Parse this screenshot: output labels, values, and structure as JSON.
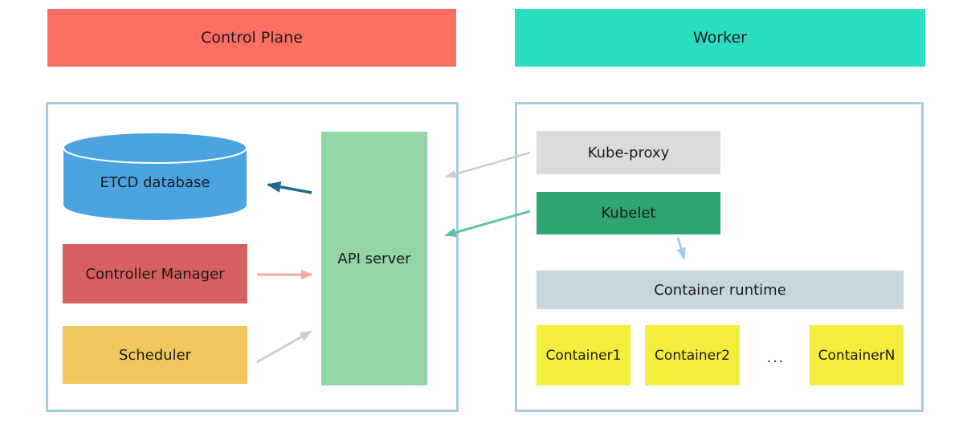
{
  "banners": {
    "control_plane": {
      "label": "Control Plane",
      "color": "#FC6F62"
    },
    "worker": {
      "label": "Worker",
      "color": "#2BDDC1"
    }
  },
  "control_plane_box": {
    "border_color": "#AACCDD",
    "etcd": {
      "label": "ETCD database",
      "color": "#4BA4E0"
    },
    "controller_manager": {
      "label": "Controller Manager",
      "color": "#D65F5F"
    },
    "scheduler": {
      "label": "Scheduler",
      "color": "#F0C75C"
    },
    "api_server": {
      "label": "API server",
      "color": "#93D5A4"
    }
  },
  "worker_box": {
    "border_color": "#AACCDD",
    "kube_proxy": {
      "label": "Kube-proxy",
      "color": "#DBDBDB"
    },
    "kubelet": {
      "label": "Kubelet",
      "color": "#31A571"
    },
    "container_runtime": {
      "label": "Container runtime",
      "color": "#C6D6E1"
    },
    "containers": [
      {
        "label": "Container1",
        "color": "#F5ED3C"
      },
      {
        "label": "Container2",
        "color": "#F5ED3C"
      },
      {
        "label": "ContainerN",
        "color": "#F5ED3C"
      }
    ],
    "ellipsis": "..."
  },
  "arrows": [
    {
      "name": "api-server-to-etcd",
      "color": "#1F6A8C"
    },
    {
      "name": "controller-manager-to-api-server",
      "color": "#F6A9A4"
    },
    {
      "name": "scheduler-to-api-server",
      "color": "#CCCCCC"
    },
    {
      "name": "kube-proxy-to-api-server",
      "color": "#CCCCCC"
    },
    {
      "name": "kubelet-to-api-server",
      "color": "#64C3AE"
    },
    {
      "name": "kubelet-to-container-runtime",
      "color": "#A9CBE9"
    }
  ]
}
